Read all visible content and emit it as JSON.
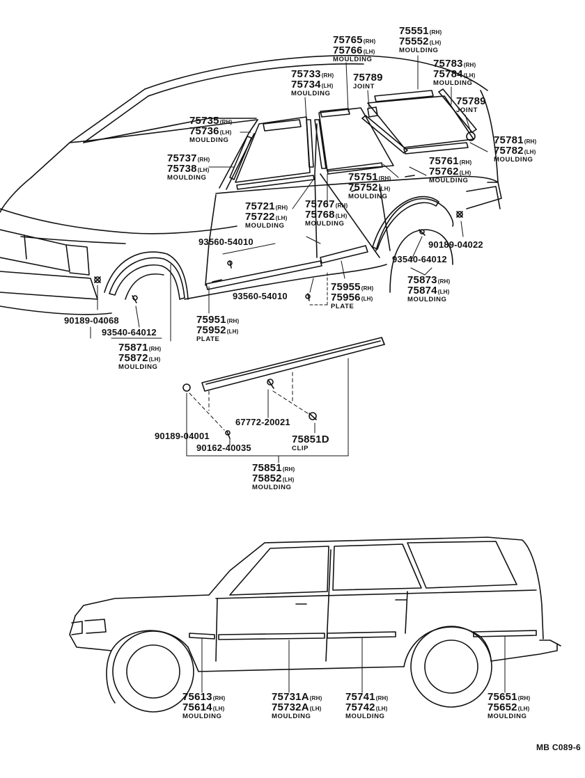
{
  "footer_code": "MB C089-6",
  "labels": {
    "l75765": {
      "lines": [
        {
          "pn": "75765",
          "sfx": "(RH)"
        },
        {
          "pn": "75766",
          "sfx": "(LH)"
        }
      ],
      "name": "MOULDING"
    },
    "l75551": {
      "lines": [
        {
          "pn": "75551",
          "sfx": "(RH)"
        },
        {
          "pn": "75552",
          "sfx": "(LH)"
        }
      ],
      "name": "MOULDING"
    },
    "l75783": {
      "lines": [
        {
          "pn": "75783",
          "sfx": "(RH)"
        },
        {
          "pn": "75784",
          "sfx": "(LH)"
        }
      ],
      "name": "MOULDING"
    },
    "l75733": {
      "lines": [
        {
          "pn": "75733",
          "sfx": "(RH)"
        },
        {
          "pn": "75734",
          "sfx": "(LH)"
        }
      ],
      "name": "MOULDING"
    },
    "l75789a": {
      "lines": [
        {
          "pn": "75789",
          "sfx": ""
        }
      ],
      "name": "JOINT"
    },
    "l75789b": {
      "lines": [
        {
          "pn": "75789",
          "sfx": ""
        }
      ],
      "name": "JOINT"
    },
    "l75735": {
      "lines": [
        {
          "pn": "75735",
          "sfx": "(RH)"
        },
        {
          "pn": "75736",
          "sfx": "(LH)"
        }
      ],
      "name": "MOULDING"
    },
    "l75781": {
      "lines": [
        {
          "pn": "75781",
          "sfx": "(RH)"
        },
        {
          "pn": "75782",
          "sfx": "(LH)"
        }
      ],
      "name": "MOULDING"
    },
    "l75737": {
      "lines": [
        {
          "pn": "75737",
          "sfx": "(RH)"
        },
        {
          "pn": "75738",
          "sfx": "(LH)"
        }
      ],
      "name": "MOULDING"
    },
    "l75751": {
      "lines": [
        {
          "pn": "75751",
          "sfx": "(RH)"
        },
        {
          "pn": "75752",
          "sfx": "(LH)"
        }
      ],
      "name": "MOULDING"
    },
    "l75761": {
      "lines": [
        {
          "pn": "75761",
          "sfx": "(RH)"
        },
        {
          "pn": "75762",
          "sfx": "(LH)"
        }
      ],
      "name": "MOULDING"
    },
    "l75721": {
      "lines": [
        {
          "pn": "75721",
          "sfx": "(RH)"
        },
        {
          "pn": "75722",
          "sfx": "(LH)"
        }
      ],
      "name": "MOULDING"
    },
    "l75767": {
      "lines": [
        {
          "pn": "75767",
          "sfx": "(RH)"
        },
        {
          "pn": "75768",
          "sfx": "(LH)"
        }
      ],
      "name": "MOULDING"
    },
    "l93560a": {
      "lines": [
        {
          "pn": "93560-54010",
          "sfx": ""
        }
      ],
      "name": ""
    },
    "l90189_04022": {
      "lines": [
        {
          "pn": "90189-04022",
          "sfx": ""
        }
      ],
      "name": ""
    },
    "l93540b": {
      "lines": [
        {
          "pn": "93540-64012",
          "sfx": ""
        }
      ],
      "name": ""
    },
    "l75873": {
      "lines": [
        {
          "pn": "75873",
          "sfx": "(RH)"
        },
        {
          "pn": "75874",
          "sfx": "(LH)"
        }
      ],
      "name": "MOULDING"
    },
    "l75955": {
      "lines": [
        {
          "pn": "75955",
          "sfx": "(RH)"
        },
        {
          "pn": "75956",
          "sfx": "(LH)"
        }
      ],
      "name": "PLATE"
    },
    "l93560b": {
      "lines": [
        {
          "pn": "93560-54010",
          "sfx": ""
        }
      ],
      "name": ""
    },
    "l90189_04068": {
      "lines": [
        {
          "pn": "90189-04068",
          "sfx": ""
        }
      ],
      "name": ""
    },
    "l93540a": {
      "lines": [
        {
          "pn": "93540-64012",
          "sfx": ""
        }
      ],
      "name": ""
    },
    "l75951": {
      "lines": [
        {
          "pn": "75951",
          "sfx": "(RH)"
        },
        {
          "pn": "75952",
          "sfx": "(LH)"
        }
      ],
      "name": "PLATE"
    },
    "l75871": {
      "lines": [
        {
          "pn": "75871",
          "sfx": "(RH)"
        },
        {
          "pn": "75872",
          "sfx": "(LH)"
        }
      ],
      "name": "MOULDING"
    },
    "l67772": {
      "lines": [
        {
          "pn": "67772-20021",
          "sfx": ""
        }
      ],
      "name": ""
    },
    "l90189_04001": {
      "lines": [
        {
          "pn": "90189-04001",
          "sfx": ""
        }
      ],
      "name": ""
    },
    "l75851D": {
      "lines": [
        {
          "pn": "75851D",
          "sfx": ""
        }
      ],
      "name": "CLIP"
    },
    "l90162": {
      "lines": [
        {
          "pn": "90162-40035",
          "sfx": ""
        }
      ],
      "name": ""
    },
    "l75851": {
      "lines": [
        {
          "pn": "75851",
          "sfx": "(RH)"
        },
        {
          "pn": "75852",
          "sfx": "(LH)"
        }
      ],
      "name": "MOULDING"
    },
    "l75613": {
      "lines": [
        {
          "pn": "75613",
          "sfx": "(RH)"
        },
        {
          "pn": "75614",
          "sfx": "(LH)"
        }
      ],
      "name": "MOULDING"
    },
    "l75731A": {
      "lines": [
        {
          "pn": "75731A",
          "sfx": "(RH)"
        },
        {
          "pn": "75732A",
          "sfx": "(LH)"
        }
      ],
      "name": "MOULDING"
    },
    "l75741": {
      "lines": [
        {
          "pn": "75741",
          "sfx": "(RH)"
        },
        {
          "pn": "75742",
          "sfx": "(LH)"
        }
      ],
      "name": "MOULDING"
    },
    "l75651": {
      "lines": [
        {
          "pn": "75651",
          "sfx": "(RH)"
        },
        {
          "pn": "75652",
          "sfx": "(LH)"
        }
      ],
      "name": "MOULDING"
    }
  }
}
